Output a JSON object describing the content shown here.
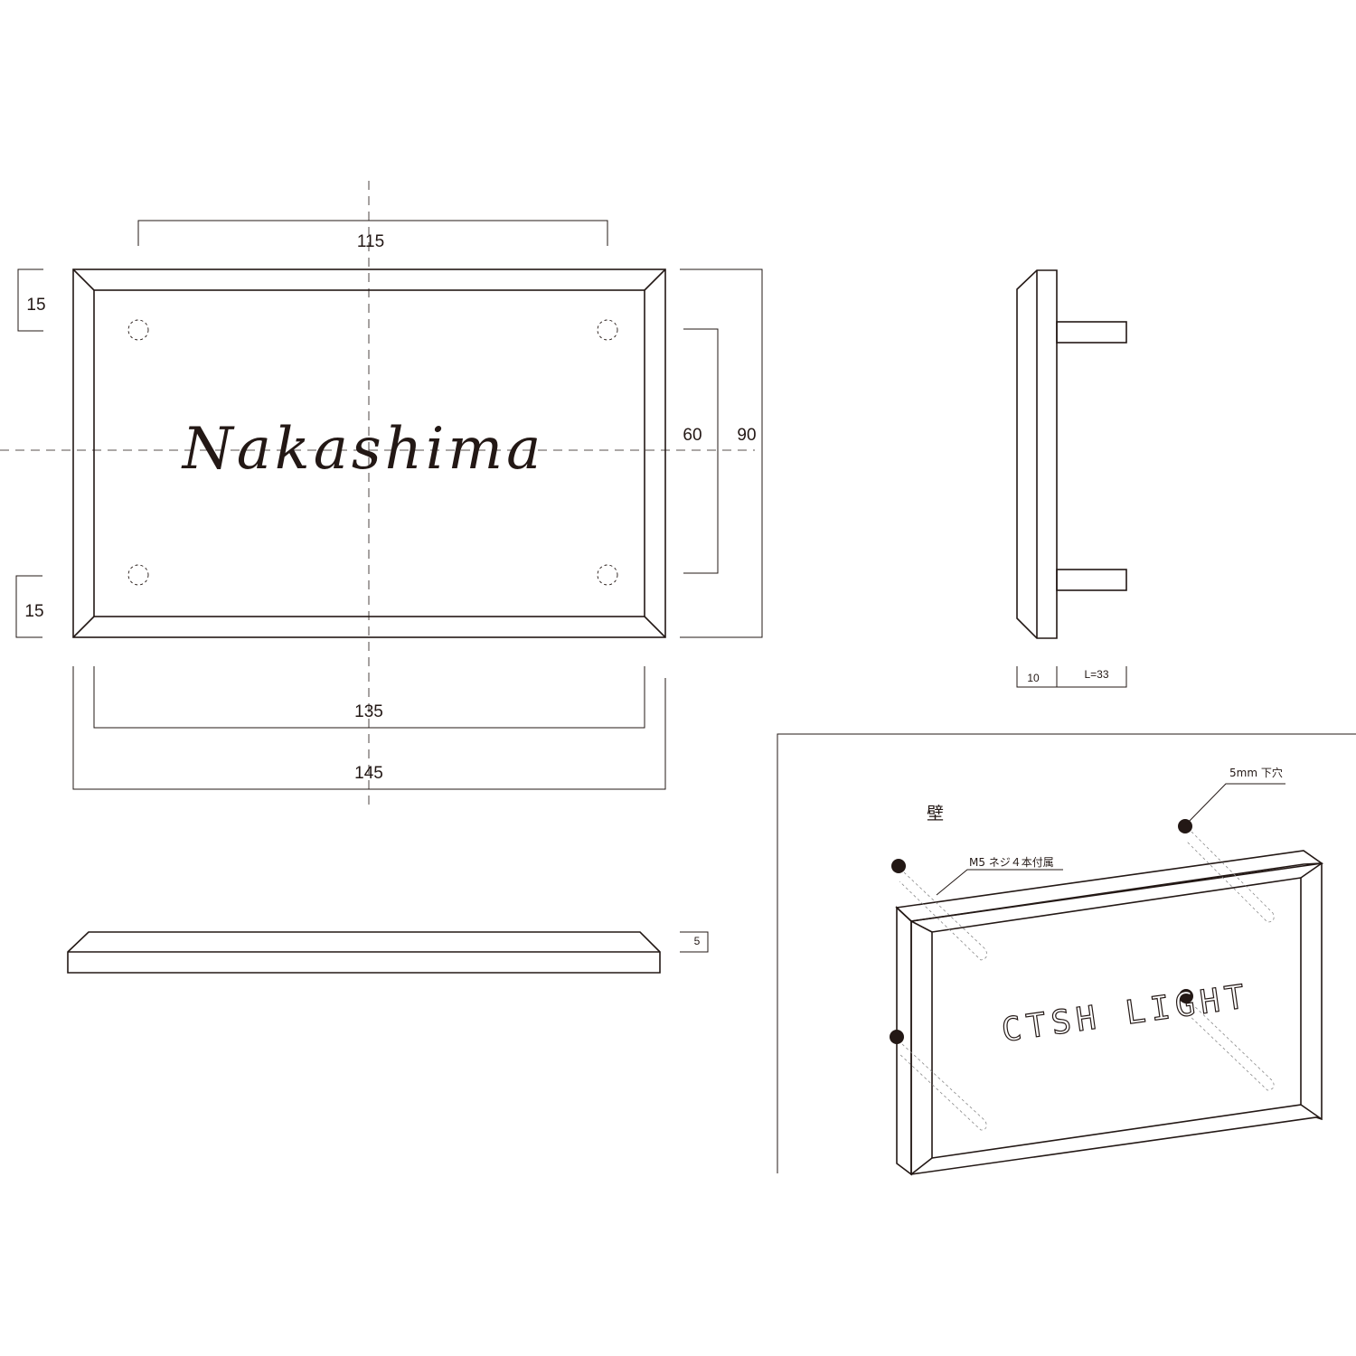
{
  "front_view": {
    "nameplate_text": "Nakashima",
    "dim_top": "115",
    "dim_left_top": "15",
    "dim_left_bottom": "15",
    "dim_right_inner": "60",
    "dim_right_outer": "90",
    "dim_bottom_inner": "135",
    "dim_bottom_outer": "145"
  },
  "bottom_view": {
    "dim_thickness": "5"
  },
  "side_view": {
    "dim_plate": "10",
    "dim_bolt_length": "L=33"
  },
  "isometric_view": {
    "wall_label": "壁",
    "pilot_hole_label": "5mm 下穴",
    "screw_label": "M5 ネジ４本付属",
    "engraved_text": "CTSH LIGHT"
  },
  "colors": {
    "line": "#231815",
    "ghost_line": "#888888",
    "background": "#ffffff"
  }
}
